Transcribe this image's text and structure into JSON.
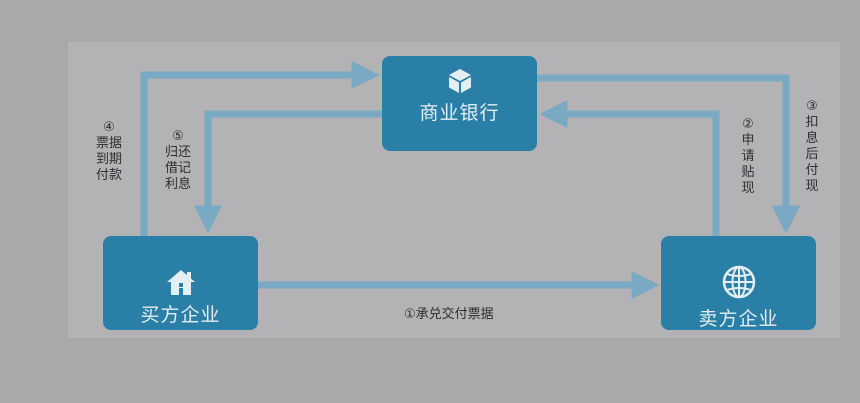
{
  "nodes": {
    "bank": {
      "label": "商业银行",
      "icon": "cube-icon"
    },
    "buyer": {
      "label": "买方企业",
      "icon": "house-icon"
    },
    "seller": {
      "label": "卖方企业",
      "icon": "globe-icon"
    }
  },
  "edges": {
    "e1": {
      "num": "①",
      "text": "承兑交付票据"
    },
    "e2": {
      "num": "②",
      "text": "申请贴现"
    },
    "e3": {
      "num": "③",
      "text": "扣息后付现"
    },
    "e4": {
      "num": "④",
      "text": "票据到期付款"
    },
    "e5": {
      "num": "⑤",
      "text": "归还借记利息"
    }
  },
  "colors": {
    "background": "#a9a9ab",
    "panel": "#b3b3b5",
    "node": "#2a7fa6",
    "arrow": "#7aa9c3",
    "text": "#2f2f33"
  }
}
